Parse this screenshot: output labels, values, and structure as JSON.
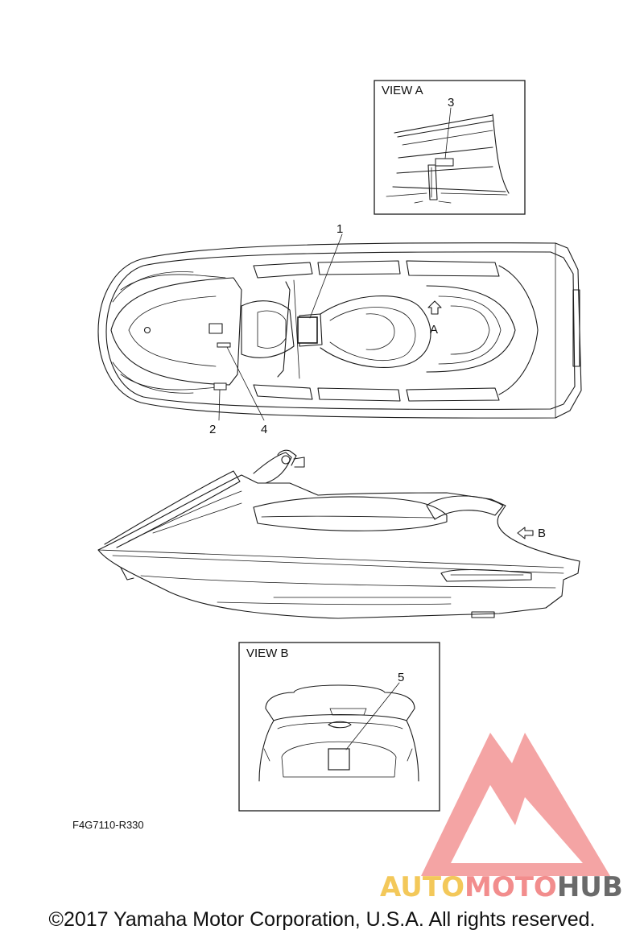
{
  "view_a": {
    "title": "VIEW A"
  },
  "view_b": {
    "title": "VIEW B"
  },
  "callouts": {
    "c1": "1",
    "c2": "2",
    "c3": "3",
    "c4": "4",
    "c5": "5"
  },
  "arrow_labels": {
    "a": "A",
    "b": "B"
  },
  "diagram_code": "F4G7110-R330",
  "watermark": {
    "part1": "AUTO",
    "part2": "MOTO",
    "part3": "HUB",
    "color_primary": "#f0c43c",
    "color_secondary": "#f08080",
    "color_tertiary": "#6e6e6e"
  },
  "copyright": "©2017 Yamaha Motor Corporation, U.S.A. All rights reserved."
}
